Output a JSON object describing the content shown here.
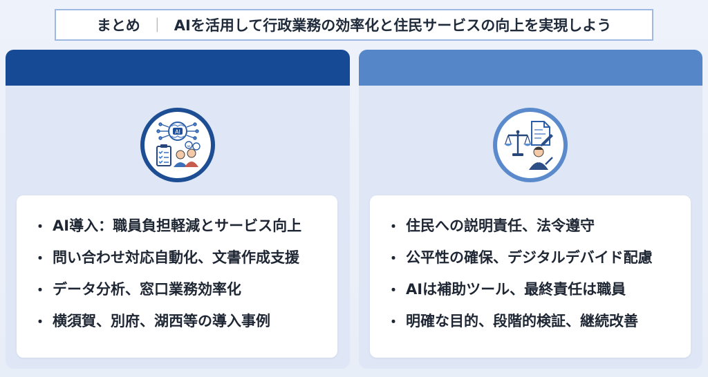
{
  "header": {
    "label": "まとめ",
    "separator": "｜",
    "title": "AIを活用して行政業務の効率化と住民サービスの向上を実現しよう"
  },
  "left_panel": {
    "icon": "ai-brain-staff-icon",
    "accent": "#174a94",
    "items": [
      {
        "label": "AI導入：職員負担軽減とサービス向上"
      },
      {
        "label": "問い合わせ対応自動化、文書作成支援"
      },
      {
        "label": "データ分析、窓口業務効率化"
      },
      {
        "label": "横須賀、別府、湖西等の導入事例"
      }
    ]
  },
  "right_panel": {
    "icon": "justice-scale-document-icon",
    "accent": "#5587c8",
    "items": [
      {
        "label": "住民への説明責任、法令遵守"
      },
      {
        "label": "公平性の確保、デジタルデバイド配慮"
      },
      {
        "label": "AIは補助ツール、最終責任は職員"
      },
      {
        "label": "明確な目的、段階的検証、継続改善"
      }
    ]
  },
  "bullet_char": "・"
}
